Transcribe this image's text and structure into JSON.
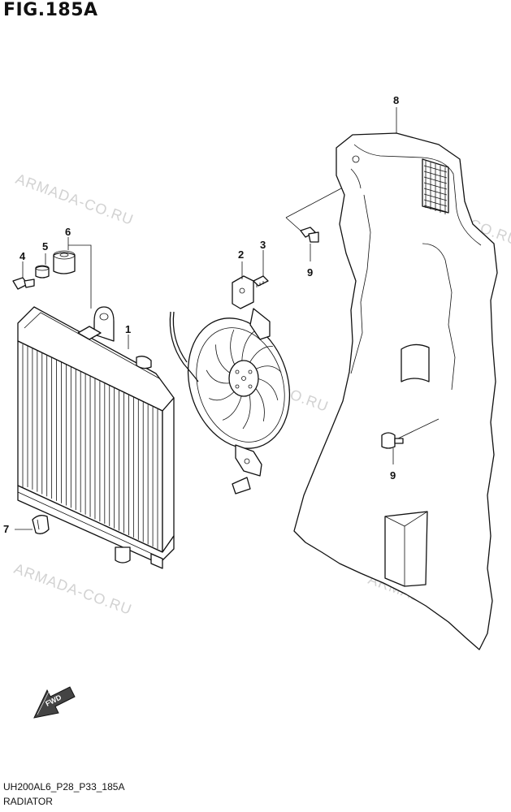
{
  "figure": {
    "title": "FIG.185A",
    "caption_code": "UH200AL6_P28_P33_185A",
    "caption_name": "RADIATOR"
  },
  "watermark": {
    "text": "ARMADA-CO.RU",
    "color": "#d2d2d2"
  },
  "callouts": [
    {
      "id": "1",
      "label": "1"
    },
    {
      "id": "2",
      "label": "2"
    },
    {
      "id": "3",
      "label": "3"
    },
    {
      "id": "4",
      "label": "4"
    },
    {
      "id": "5",
      "label": "5"
    },
    {
      "id": "6",
      "label": "6"
    },
    {
      "id": "7",
      "label": "7"
    },
    {
      "id": "8",
      "label": "8"
    },
    {
      "id": "9a",
      "label": "9"
    },
    {
      "id": "9b",
      "label": "9"
    }
  ],
  "fwd_label": "FWD"
}
